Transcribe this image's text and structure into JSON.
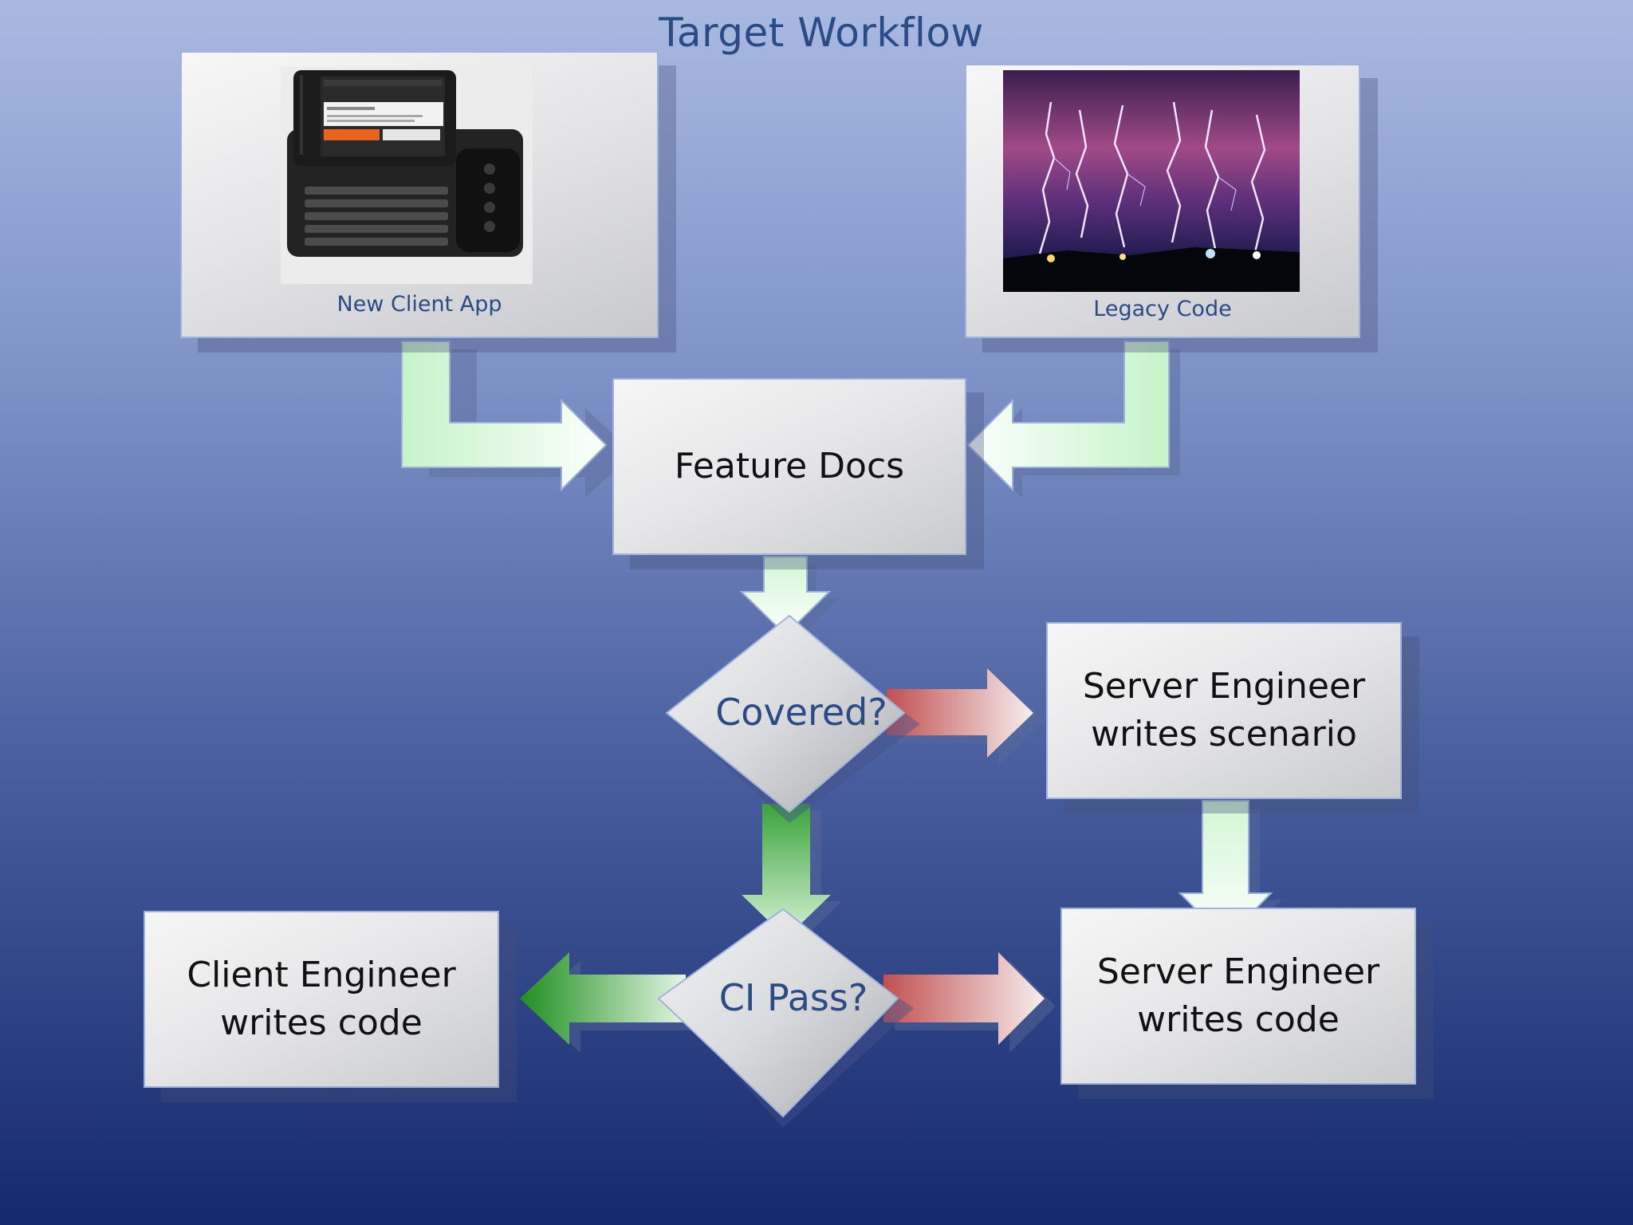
{
  "slide": {
    "title": "Target Workflow"
  },
  "nodes": {
    "client_app": {
      "caption": "New Client App",
      "image": "phone-photo"
    },
    "legacy_code": {
      "caption": "Legacy Code",
      "image": "lightning-photo"
    },
    "feature_docs": {
      "label": "Feature Docs"
    },
    "covered": {
      "label": "Covered?"
    },
    "server_scenario": {
      "line1": "Server Engineer",
      "line2": "writes scenario"
    },
    "ci_pass": {
      "label": "CI Pass?"
    },
    "client_engineer": {
      "line1": "Client Engineer",
      "line2": "writes code"
    },
    "server_code": {
      "line1": "Server Engineer",
      "line2": "writes code"
    }
  },
  "colors": {
    "title": "#2a4b86",
    "arrow_neutral": "#eefff0",
    "arrow_yes": "#2e9b2e",
    "arrow_no": "#c85a5a"
  }
}
